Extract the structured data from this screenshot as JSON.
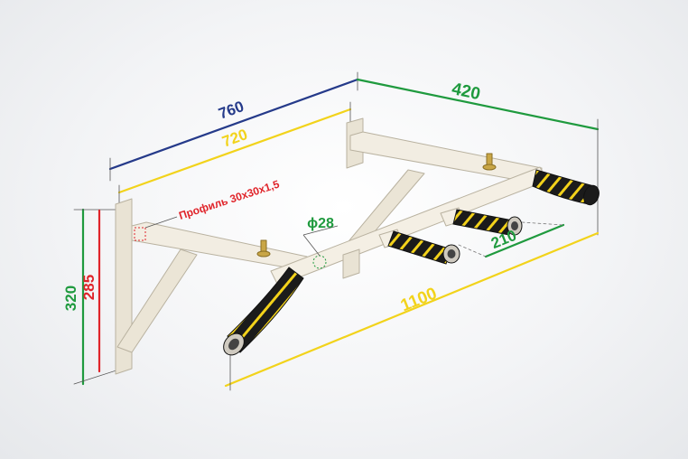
{
  "dimensions": {
    "bracket_depth": "760",
    "bracket_inner_depth": "720",
    "mount_spacing": "420",
    "overall_width": "1100",
    "inner_grip_spacing": "210",
    "height": "320",
    "inner_height": "285"
  },
  "labels": {
    "profile": "Профиль 30х30х1,5",
    "tube_diameter": "ϕ28"
  },
  "colors": {
    "navy": "#253a8a",
    "yellow": "#f2d31b",
    "green": "#1f9a3e",
    "red": "#e0242a",
    "frame": "#f2ede2",
    "frame_shadow": "#cfc8b6",
    "grip_black": "#1b1b1b",
    "grip_yellow": "#f3d21a"
  }
}
